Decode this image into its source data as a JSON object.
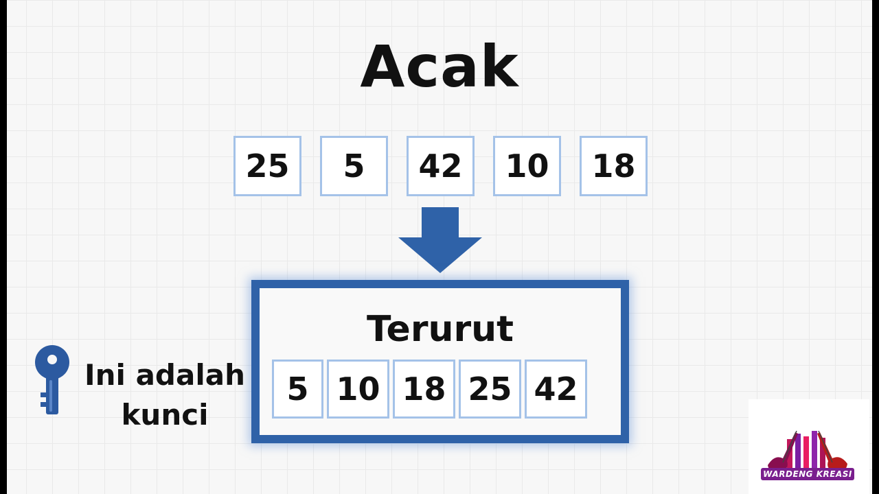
{
  "title": "Acak",
  "unsorted": [
    "25",
    "5",
    "42",
    "10",
    "18"
  ],
  "sorted_label": "Terurut",
  "sorted": [
    "5",
    "10",
    "18",
    "25",
    "42"
  ],
  "key_caption_line1": "Ini adalah",
  "key_caption_line2": "kunci",
  "logo_text": "WARDENG KREASI",
  "colors": {
    "frame": "#2f62a8",
    "box_border": "#a4c2e8",
    "arrow": "#2f62a8",
    "key": "#2c5aa0"
  }
}
